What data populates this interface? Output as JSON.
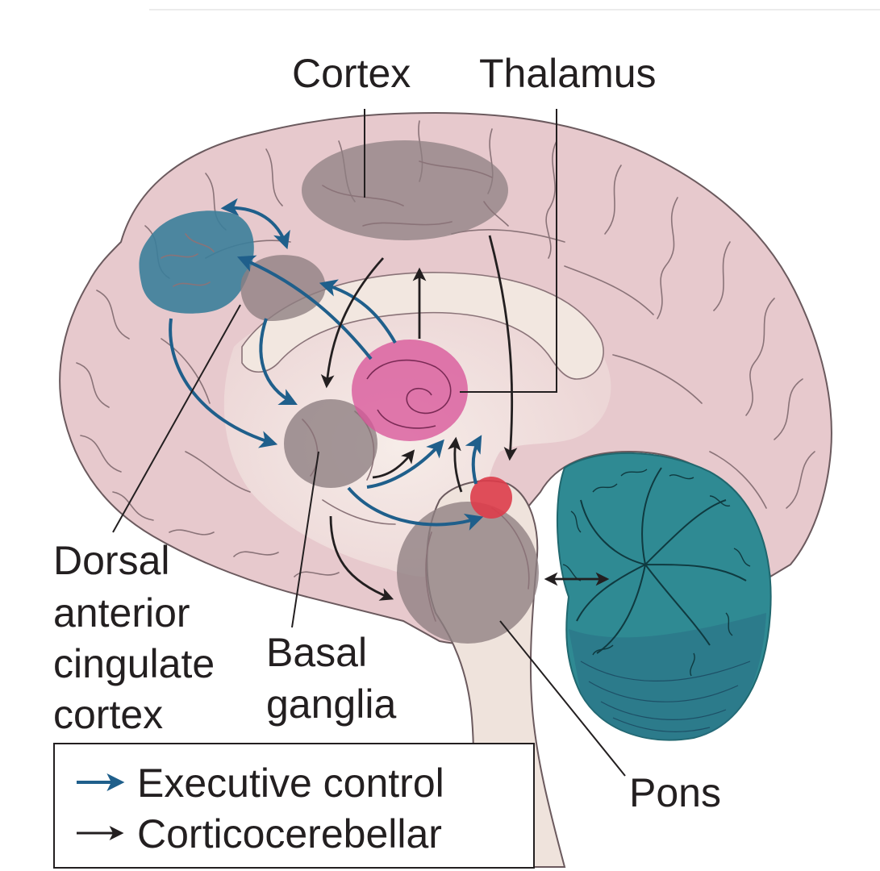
{
  "labels": {
    "cortex": "Cortex",
    "thalamus": "Thalamus",
    "dacc": [
      "Dorsal",
      "anterior",
      "cingulate",
      "cortex"
    ],
    "basal_ganglia": [
      "Basal",
      "ganglia"
    ],
    "pons": "Pons"
  },
  "legend": {
    "executive": "Executive control",
    "corticocerebellar": "Corticocerebellar"
  },
  "colors": {
    "brain": "#e7c9cd",
    "region_grey": "#9a8c8e",
    "thalamus": "#d9569a",
    "prefrontal": "#3b7e9a",
    "cerebellum": "#2f8a93",
    "red_node": "#dd3c4a",
    "executive_arrow": "#1f5f8b",
    "corticocerebellar_arrow": "#231f20"
  }
}
